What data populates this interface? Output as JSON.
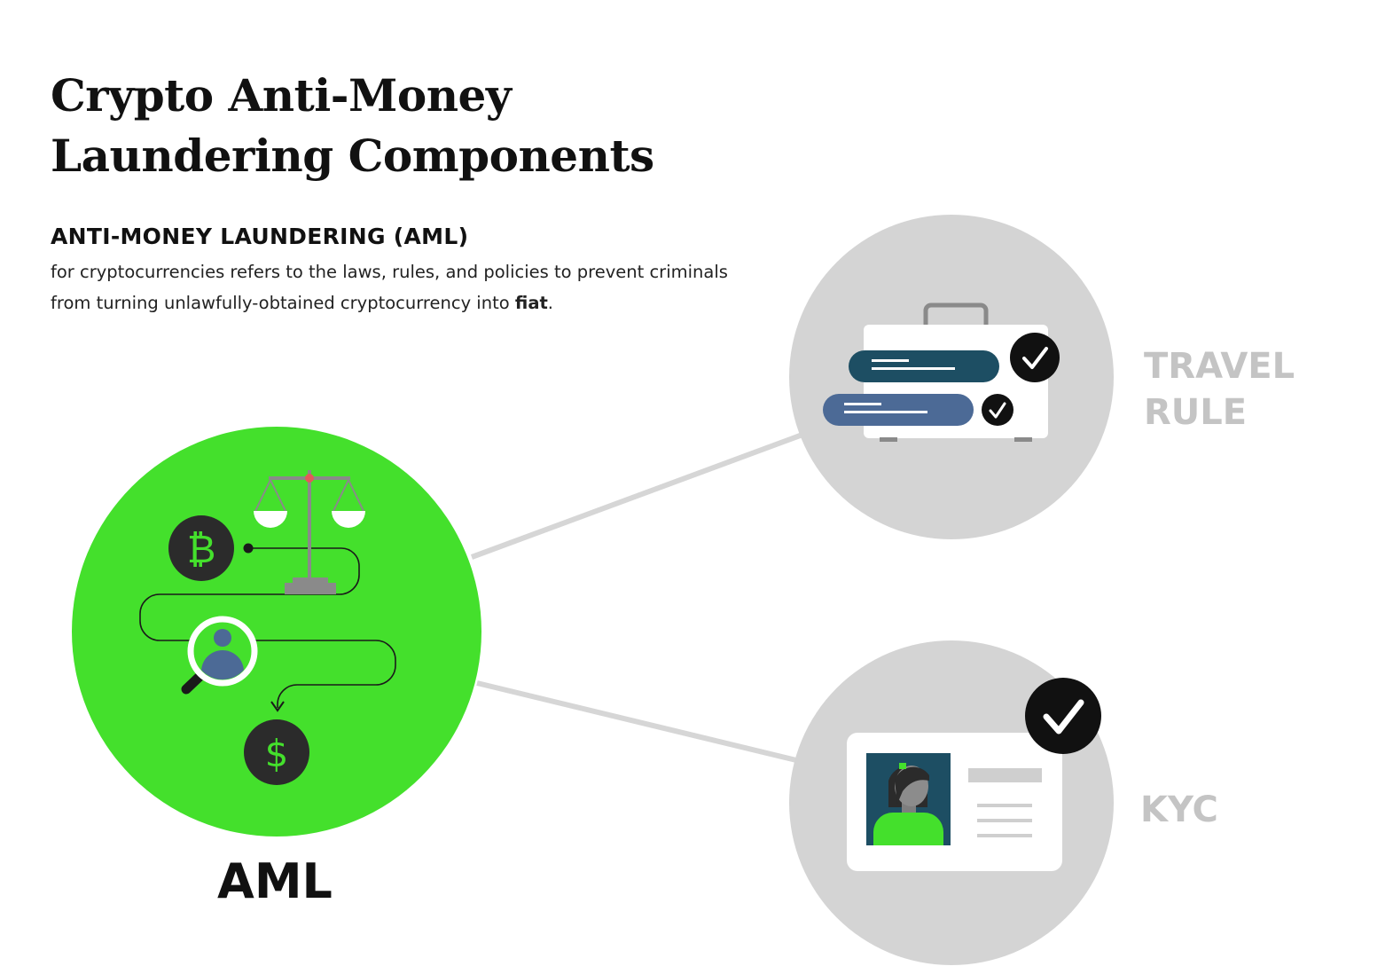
{
  "heading": {
    "line1": "Crypto Anti-Money",
    "line2": "Laundering Components"
  },
  "aml_definition": {
    "term": "ANTI-MONEY LAUNDERING (AML)",
    "description_before_bold": "for cryptocurrencies refers to the laws, rules, and policies to prevent criminals from turning unlawfully-obtained cryptocurrency into ",
    "description_bold": "fiat",
    "description_after_bold": "."
  },
  "nodes": {
    "aml": {
      "label": "AML",
      "icons": [
        "bitcoin-icon",
        "scales-icon",
        "magnifier-user-icon",
        "dollar-icon"
      ]
    },
    "travel_rule": {
      "label_line1": "TRAVEL",
      "label_line2": "RULE",
      "icons": [
        "briefcase-icon",
        "message-bubble-icon",
        "checkmark-icon"
      ]
    },
    "kyc": {
      "label": "KYC",
      "icons": [
        "id-card-icon",
        "checkmark-icon"
      ]
    }
  },
  "glyphs": {
    "bitcoin": "₿",
    "dollar": "$"
  },
  "colors": {
    "aml_green": "#44e02c",
    "node_gray": "#d4d4d4",
    "label_gray": "#c4c4c4",
    "navy": "#1d4e63",
    "steel_blue": "#4c6a96",
    "dark": "#1a1a1a"
  }
}
